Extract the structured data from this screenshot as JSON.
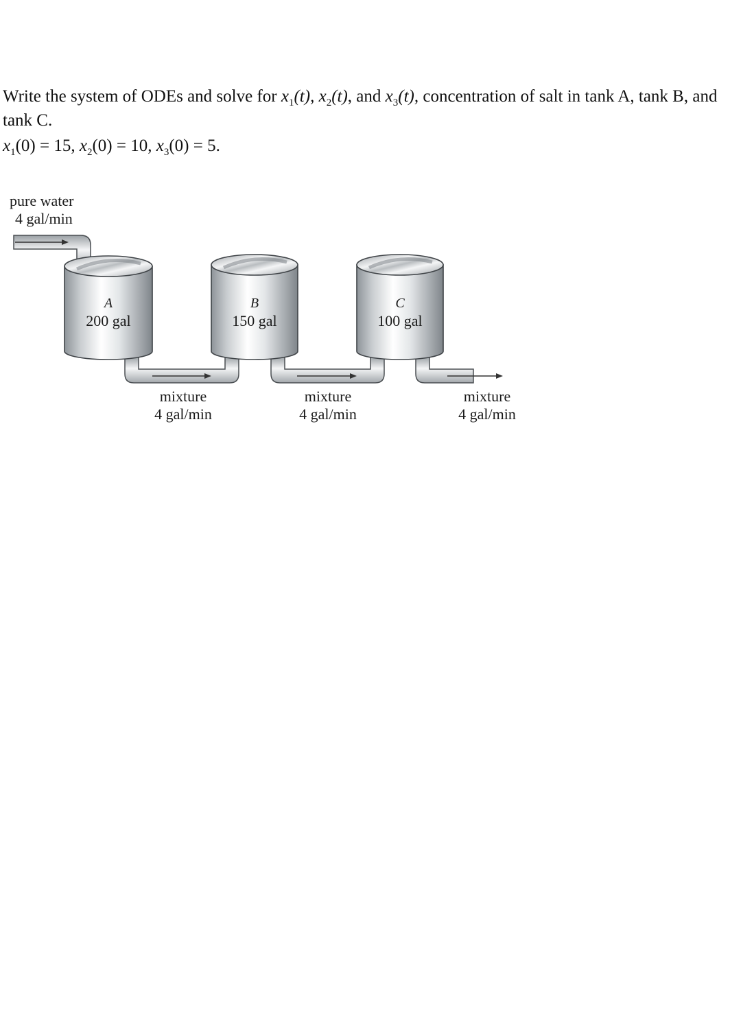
{
  "problem": {
    "line1_pre": "Write the system of ODEs and solve for ",
    "v1": "x",
    "s1": "1",
    "t1": "(t), ",
    "v2": "x",
    "s2": "2",
    "t2": "(t)",
    "mid": ", and ",
    "v3": "x",
    "s3": "3",
    "t3": "(t), ",
    "line1_post": "concentration of salt in tank A, tank B, and tank C.",
    "ic": {
      "v1": "x",
      "s1": "1",
      "r1": "(0) = 15, ",
      "v2": "x",
      "s2": "2",
      "r2": "(0) = 10, ",
      "v3": "x",
      "s3": "3",
      "r3": "(0) = 5."
    }
  },
  "diagram": {
    "inflow": {
      "line1": "pure water",
      "line2": "4 gal/min"
    },
    "tanks": [
      {
        "name": "A",
        "volume": "200 gal"
      },
      {
        "name": "B",
        "volume": "150 gal"
      },
      {
        "name": "C",
        "volume": "100 gal"
      }
    ],
    "flows": [
      {
        "line1": "mixture",
        "line2": "4 gal/min"
      },
      {
        "line1": "mixture",
        "line2": "4 gal/min"
      },
      {
        "line1": "mixture",
        "line2": "4 gal/min"
      }
    ]
  }
}
